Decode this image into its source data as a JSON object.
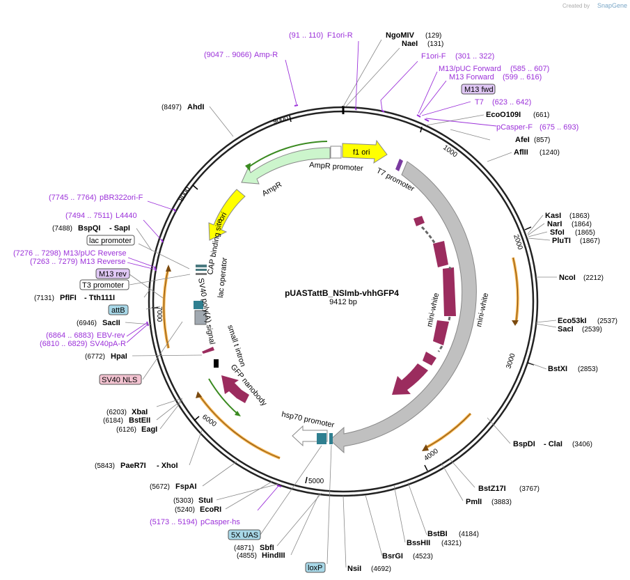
{
  "title": "pUASTattB_NSImb-vhhGFP4",
  "length": "9412 bp",
  "credit": {
    "text": "Created by",
    "brand": "SnapGene"
  },
  "position_ticks": [
    "1000",
    "2000",
    "3000",
    "4000",
    "5000",
    "6000",
    "7000",
    "8000",
    "9000"
  ],
  "sites": [
    {
      "name": "NgoMIV",
      "pos": "(129)"
    },
    {
      "name": "NaeI",
      "pos": "(131)"
    },
    {
      "name": "EcoO109I",
      "pos": "(661)"
    },
    {
      "name": "AfeI",
      "pos": "(857)"
    },
    {
      "name": "AflII",
      "pos": "(1240)"
    },
    {
      "name": "KasI",
      "pos": "(1863)"
    },
    {
      "name": "NarI",
      "pos": "(1864)"
    },
    {
      "name": "SfoI",
      "pos": "(1865)"
    },
    {
      "name": "PluTI",
      "pos": "(1867)"
    },
    {
      "name": "NcoI",
      "pos": "(2212)"
    },
    {
      "name": "Eco53kI",
      "pos": "(2537)"
    },
    {
      "name": "SacI",
      "pos": "(2539)"
    },
    {
      "name": "BstXI",
      "pos": "(2853)"
    },
    {
      "name": "BspDI",
      "pos": "(3406)",
      "prefix": "- ClaI"
    },
    {
      "name": "BstZ17I",
      "pos": "(3767)"
    },
    {
      "name": "PmlI",
      "pos": "(3883)"
    },
    {
      "name": "BstBI",
      "pos": "(4184)"
    },
    {
      "name": "BssHII",
      "pos": "(4321)"
    },
    {
      "name": "BsrGI",
      "pos": "(4523)"
    },
    {
      "name": "NsiI",
      "pos": "(4692)"
    },
    {
      "name": "SbfI",
      "pos": "(4871)"
    },
    {
      "name": "HindIII",
      "pos": "(4855)"
    },
    {
      "name": "StuI",
      "pos": "(5303)"
    },
    {
      "name": "EcoRI",
      "pos": "(5240)"
    },
    {
      "name": "FspAI",
      "pos": "(5672)"
    },
    {
      "name": "PaeR7I",
      "pos": "(5843)",
      "suffix": "- XhoI"
    },
    {
      "name": "XbaI",
      "pos": "(6203)"
    },
    {
      "name": "BstEII",
      "pos": "(6184)"
    },
    {
      "name": "EagI",
      "pos": "(6126)"
    },
    {
      "name": "HpaI",
      "pos": "(6772)"
    },
    {
      "name": "SacII",
      "pos": "(6946)"
    },
    {
      "name": "PflFI",
      "pos": "(7131)",
      "suffix": "- Tth111I"
    },
    {
      "name": "BspQI",
      "pos": "(7488)",
      "suffix": "- SapI"
    },
    {
      "name": "AhdI",
      "pos": "(8497)"
    }
  ],
  "primers": [
    {
      "name": "F1ori-R",
      "range": "(91 .. 110)"
    },
    {
      "name": "Amp-R",
      "range": "(9047 .. 9066)"
    },
    {
      "name": "F1ori-F",
      "range": "(301 .. 322)"
    },
    {
      "name": "M13/pUC Forward",
      "range": "(585 .. 607)"
    },
    {
      "name": "M13 Forward",
      "range": "(599 .. 616)"
    },
    {
      "name": "T7",
      "range": "(623 .. 642)"
    },
    {
      "name": "pCasper-F",
      "range": "(675 .. 693)"
    },
    {
      "name": "pBR322ori-F",
      "range": "(7745 .. 7764)"
    },
    {
      "name": "L4440",
      "range": "(7494 .. 7511)"
    },
    {
      "name": "M13/pUC Reverse",
      "range": "(7276 .. 7298)"
    },
    {
      "name": "M13 Reverse",
      "range": "(7263 .. 7279)"
    },
    {
      "name": "EBV-rev",
      "range": "(6864 .. 6883)"
    },
    {
      "name": "SV40pA-R",
      "range": "(6810 .. 6829)"
    },
    {
      "name": "pCasper-hs",
      "range": "(5173 .. 5194)"
    }
  ],
  "boxed_labels": [
    "M13 fwd",
    "lac promoter",
    "M13 rev",
    "T3 promoter",
    "attB",
    "SV40 NLS",
    "5X UAS",
    "loxP"
  ],
  "features": [
    "f1 ori",
    "AmpR promoter",
    "AmpR",
    "ori",
    "CAP binding site",
    "lac operator",
    "T7 promoter",
    "SV40 poly(A) signal",
    "small t intron",
    "GFP nanobody",
    "hsp70 promoter",
    "mini-white",
    "mini-white"
  ],
  "colors": {
    "primer": "#9b30d9",
    "ori": "#ffff00",
    "ampr": "#ccf5cc",
    "mini_white": "#c0c0c0",
    "exon": "#9b2c5e",
    "orange": "#f5b24a"
  }
}
